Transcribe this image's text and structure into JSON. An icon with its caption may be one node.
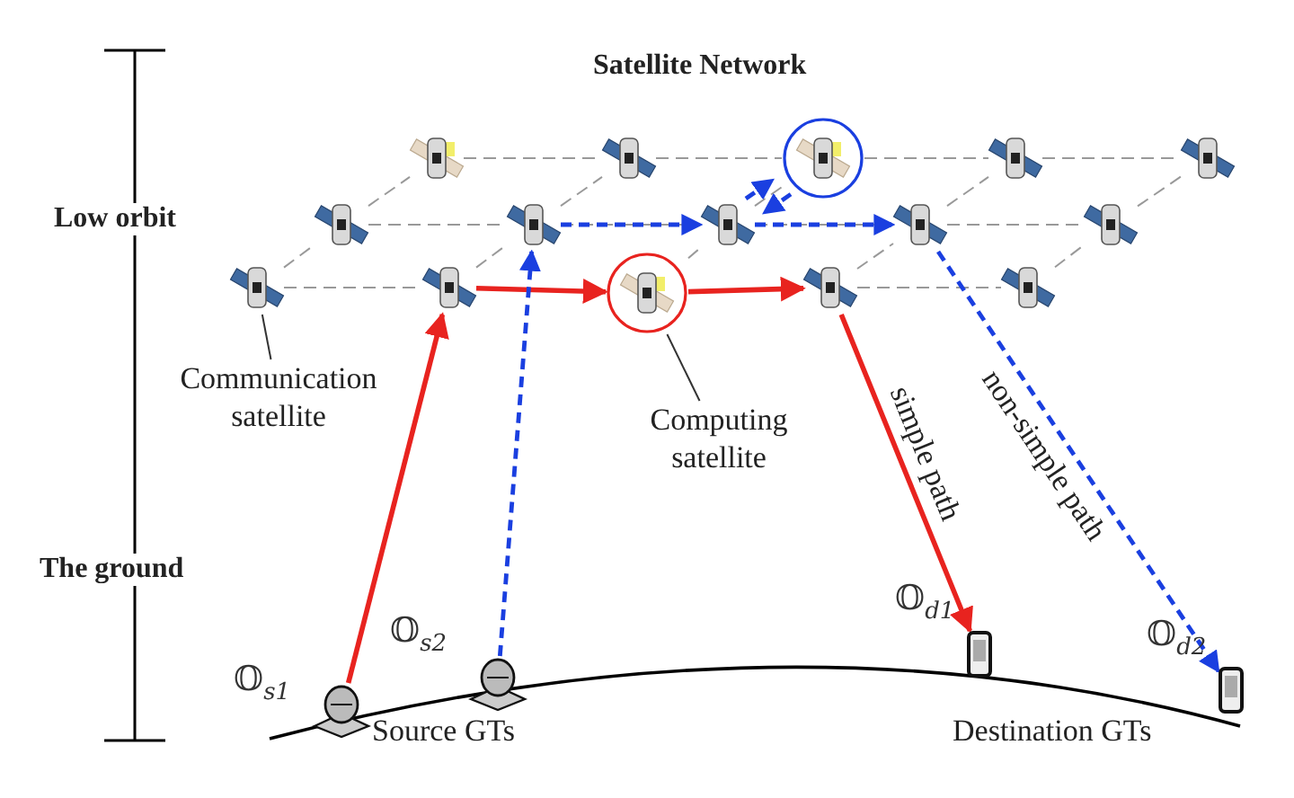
{
  "diagram": {
    "title": "Satellite Network",
    "nodes": [
      {
        "text": [],
        "shape": "picture"
      },
      {
        "text": [],
        "shape": "picture"
      },
      {
        "text": [],
        "shape": "picture"
      },
      {
        "text": [],
        "shape": "picture"
      },
      {
        "text": [],
        "shape": "picture"
      },
      {
        "text": [],
        "shape": "picture"
      },
      {
        "text": [],
        "shape": "picture"
      },
      {
        "text": [],
        "shape": "picture"
      },
      {
        "text": [],
        "shape": "picture"
      },
      {
        "text": [],
        "shape": "picture"
      },
      {
        "text": [],
        "shape": "picture"
      },
      {
        "text": [],
        "shape": "picture"
      },
      {
        "text": [],
        "shape": "picture"
      },
      {
        "text": [],
        "shape": "picture"
      },
      {
        "text": [],
        "shape": "picture"
      },
      {
        "text": [
          "Communication satellite"
        ]
      },
      {
        "text": [
          "Computing satellite"
        ]
      },
      {
        "text": [],
        "shape": "picture",
        "beside": [
          "𝕆$_{s1}$"
        ]
      },
      {
        "text": [],
        "shape": "picture",
        "beside": [
          "𝕆$_{s2}$"
        ]
      },
      {
        "text": [],
        "shape": "picture",
        "beside": [
          "𝕆$_{d1}$"
        ]
      },
      {
        "text": [],
        "shape": "picture",
        "beside": [
          "𝕆$_{d2}$"
        ]
      }
    ],
    "edges": [
      {
        "from": 0,
        "to": 1,
        "arrow": "none",
        "style": "dashed"
      },
      {
        "from": 1,
        "to": 2,
        "arrow": "none",
        "style": "dashed"
      },
      {
        "from": 2,
        "to": 3,
        "arrow": "none",
        "style": "dashed"
      },
      {
        "from": 3,
        "to": 4,
        "arrow": "none",
        "style": "dashed"
      },
      {
        "from": 5,
        "to": 6,
        "arrow": "none",
        "style": "dashed"
      },
      {
        "from": 6,
        "to": 7,
        "arrow": "none",
        "style": "dashed"
      },
      {
        "from": 7,
        "to": 8,
        "arrow": "none",
        "style": "dashed"
      },
      {
        "from": 8,
        "to": 9,
        "arrow": "none",
        "style": "dashed"
      },
      {
        "from": 10,
        "to": 11,
        "arrow": "none",
        "style": "dashed"
      },
      {
        "from": 13,
        "to": 14,
        "arrow": "none",
        "style": "dashed"
      },
      {
        "from": 10,
        "to": 5,
        "arrow": "none",
        "style": "dashed"
      },
      {
        "from": 11,
        "to": 6,
        "arrow": "none",
        "style": "dashed"
      },
      {
        "from": 12,
        "to": 7,
        "arrow": "none",
        "style": "dashed"
      },
      {
        "from": 13,
        "to": 8,
        "arrow": "none",
        "style": "dashed"
      },
      {
        "from": 14,
        "to": 9,
        "arrow": "none",
        "style": "dashed"
      },
      {
        "from": 5,
        "to": 0,
        "arrow": "none",
        "style": "dashed"
      },
      {
        "from": 6,
        "to": 1,
        "arrow": "none",
        "style": "dashed"
      },
      {
        "from": 7,
        "to": 2,
        "arrow": "none",
        "style": "dashed"
      },
      {
        "from": 8,
        "to": 3,
        "arrow": "none",
        "style": "dashed"
      },
      {
        "from": 9,
        "to": 4,
        "arrow": "none",
        "style": "dashed"
      },
      {
        "from": 15,
        "to": 10,
        "arrow": "none",
        "color": "#333333"
      },
      {
        "from": 16,
        "to": 12,
        "arrow": "none",
        "color": "#333333"
      },
      {
        "from": 17,
        "to": 11,
        "arrow": "to",
        "style": "thick",
        "color": "#e8231f"
      },
      {
        "from": 11,
        "to": 12,
        "arrow": "to",
        "style": "thick",
        "color": "#e8231f"
      },
      {
        "from": 12,
        "to": 13,
        "arrow": "to",
        "style": "thick",
        "color": "#e8231f"
      },
      {
        "from": 13,
        "to": 19,
        "arrow": "to",
        "style": "thick",
        "color": "#e8231f",
        "label": "simple path"
      },
      {
        "from": 18,
        "to": 6,
        "arrow": "to",
        "style": "dashed",
        "color": "#1a3fe0"
      },
      {
        "from": 6,
        "to": 7,
        "arrow": "to",
        "style": "dashed",
        "color": "#1a3fe0"
      },
      {
        "from": 7,
        "to": 2,
        "arrow": "to",
        "style": "dashed",
        "color": "#1a3fe0"
      },
      {
        "from": 2,
        "to": 7,
        "arrow": "to",
        "style": "dashed",
        "color": "#1a3fe0"
      },
      {
        "from": 7,
        "to": 8,
        "arrow": "to",
        "style": "dashed",
        "color": "#1a3fe0"
      },
      {
        "from": 8,
        "to": 20,
        "arrow": "to",
        "style": "dashed",
        "color": "#1a3fe0",
        "label": "non-simple path"
      }
    ],
    "labels": [
      "Low orbit",
      "The ground",
      "Source GTs",
      "Destination GTs"
    ]
  }
}
